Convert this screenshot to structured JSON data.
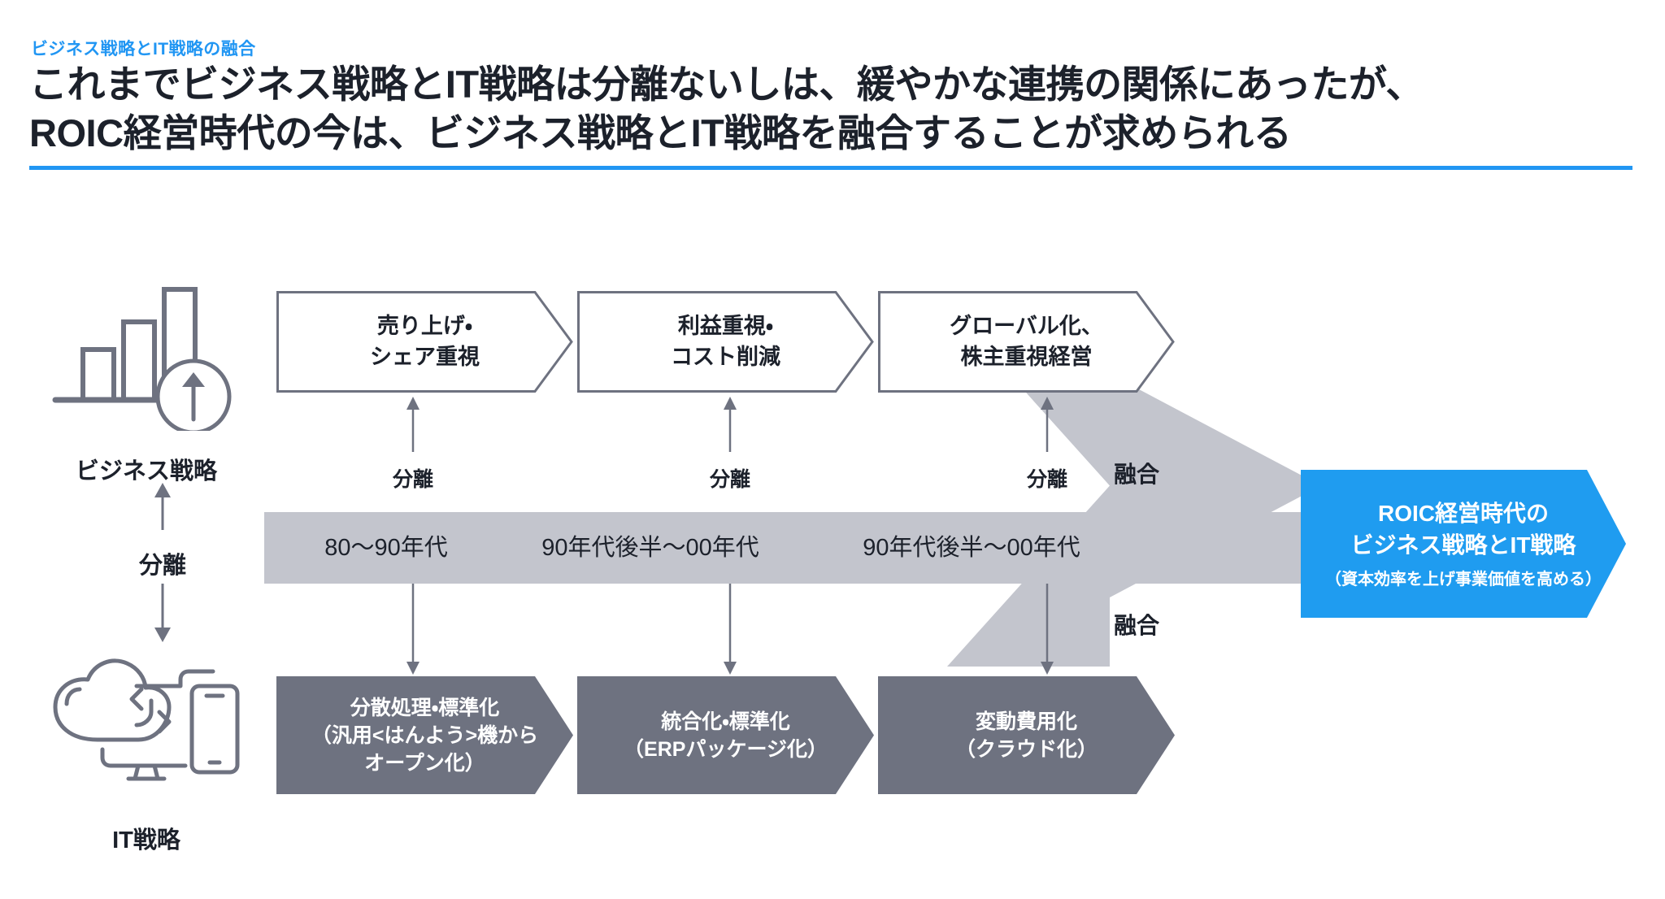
{
  "header": {
    "eyebrow": "ビジネス戦略とIT戦略の融合",
    "headline_line1": "これまでビジネス戦略とIT戦略は分離ないしは、緩やかな連携の関係にあったが、",
    "headline_line2": "ROIC経営時代の今は、ビジネス戦略とIT戦略を融合することが求められる",
    "accent_color": "#2196f3"
  },
  "left_column": {
    "business_icon": "bar-chart-up-icon",
    "business_label": "ビジネス戦略",
    "separation_label": "分離",
    "it_icon": "cloud-devices-icon",
    "it_label": "IT戦略"
  },
  "business_stages": [
    {
      "line1": "売り上げ・",
      "line2": "シェア重視"
    },
    {
      "line1": "利益重視・",
      "line2": "コスト削減"
    },
    {
      "line1": "グローバル化、",
      "line2": "株主重視経営"
    }
  ],
  "it_stages": [
    {
      "line1": "分散処理・標準化",
      "line2": "（汎用<はんよう>機から",
      "line3": "オープン化）"
    },
    {
      "line1": "統合化・標準化",
      "line2": "（ERPパッケージ化）",
      "line3": ""
    },
    {
      "line1": "変動費用化",
      "line2": "（クラウド化）",
      "line3": ""
    }
  ],
  "eras": [
    "80〜90年代",
    "90年代後半〜00年代",
    "90年代後半〜00年代"
  ],
  "separation_labels": [
    "分離",
    "分離",
    "分離"
  ],
  "fusion_labels": {
    "top": "融合",
    "bottom": "融合"
  },
  "roic_box": {
    "line1": "ROIC経営時代の",
    "line2": "ビジネス戦略とIT戦略",
    "line3": "（資本効率を上げ事業価値を高める）",
    "color": "#1f9cf0"
  },
  "colors": {
    "accent_blue": "#2196f3",
    "roic_blue": "#1f9cf0",
    "band_gray": "#c3c5cd",
    "arrow_gray": "#c3c5cd",
    "it_chevron_gray": "#6e7280",
    "outline_gray": "#6e7280",
    "text_dark": "#1c212b"
  }
}
